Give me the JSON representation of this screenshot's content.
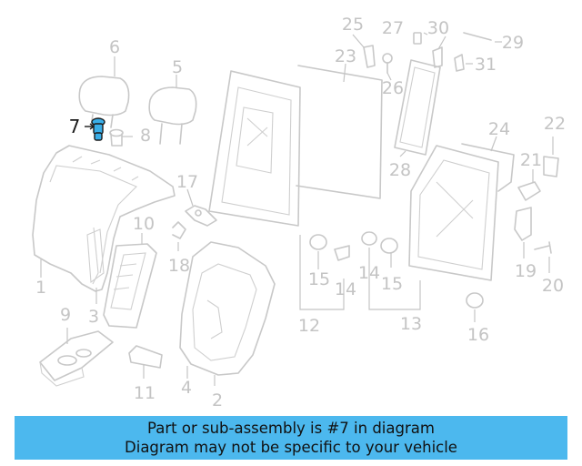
{
  "highlighted_part": "7",
  "callouts": [
    "1",
    "2",
    "3",
    "4",
    "5",
    "6",
    "7",
    "8",
    "9",
    "10",
    "11",
    "12",
    "13",
    "14",
    "14",
    "15",
    "15",
    "16",
    "17",
    "18",
    "19",
    "20",
    "21",
    "22",
    "23",
    "24",
    "25",
    "26",
    "27",
    "28",
    "29",
    "30",
    "31"
  ],
  "banner": {
    "line1": "Part or sub-assembly is #7 in diagram",
    "line2": "Diagram may not be specific to your vehicle"
  },
  "colors": {
    "banner": "#4cb8ee",
    "parts": "#c8c8c8",
    "highlight": "#3aaee8"
  }
}
